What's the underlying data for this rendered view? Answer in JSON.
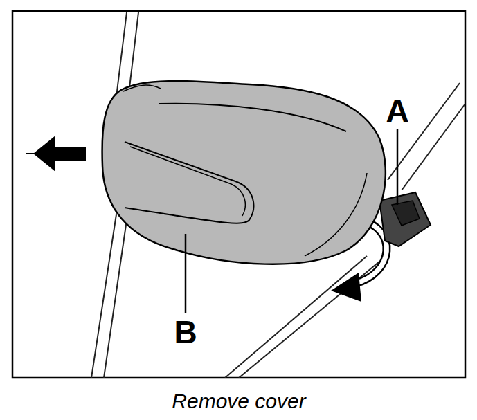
{
  "diagram": {
    "caption": "Remove cover",
    "labels": [
      "A",
      "B"
    ]
  }
}
